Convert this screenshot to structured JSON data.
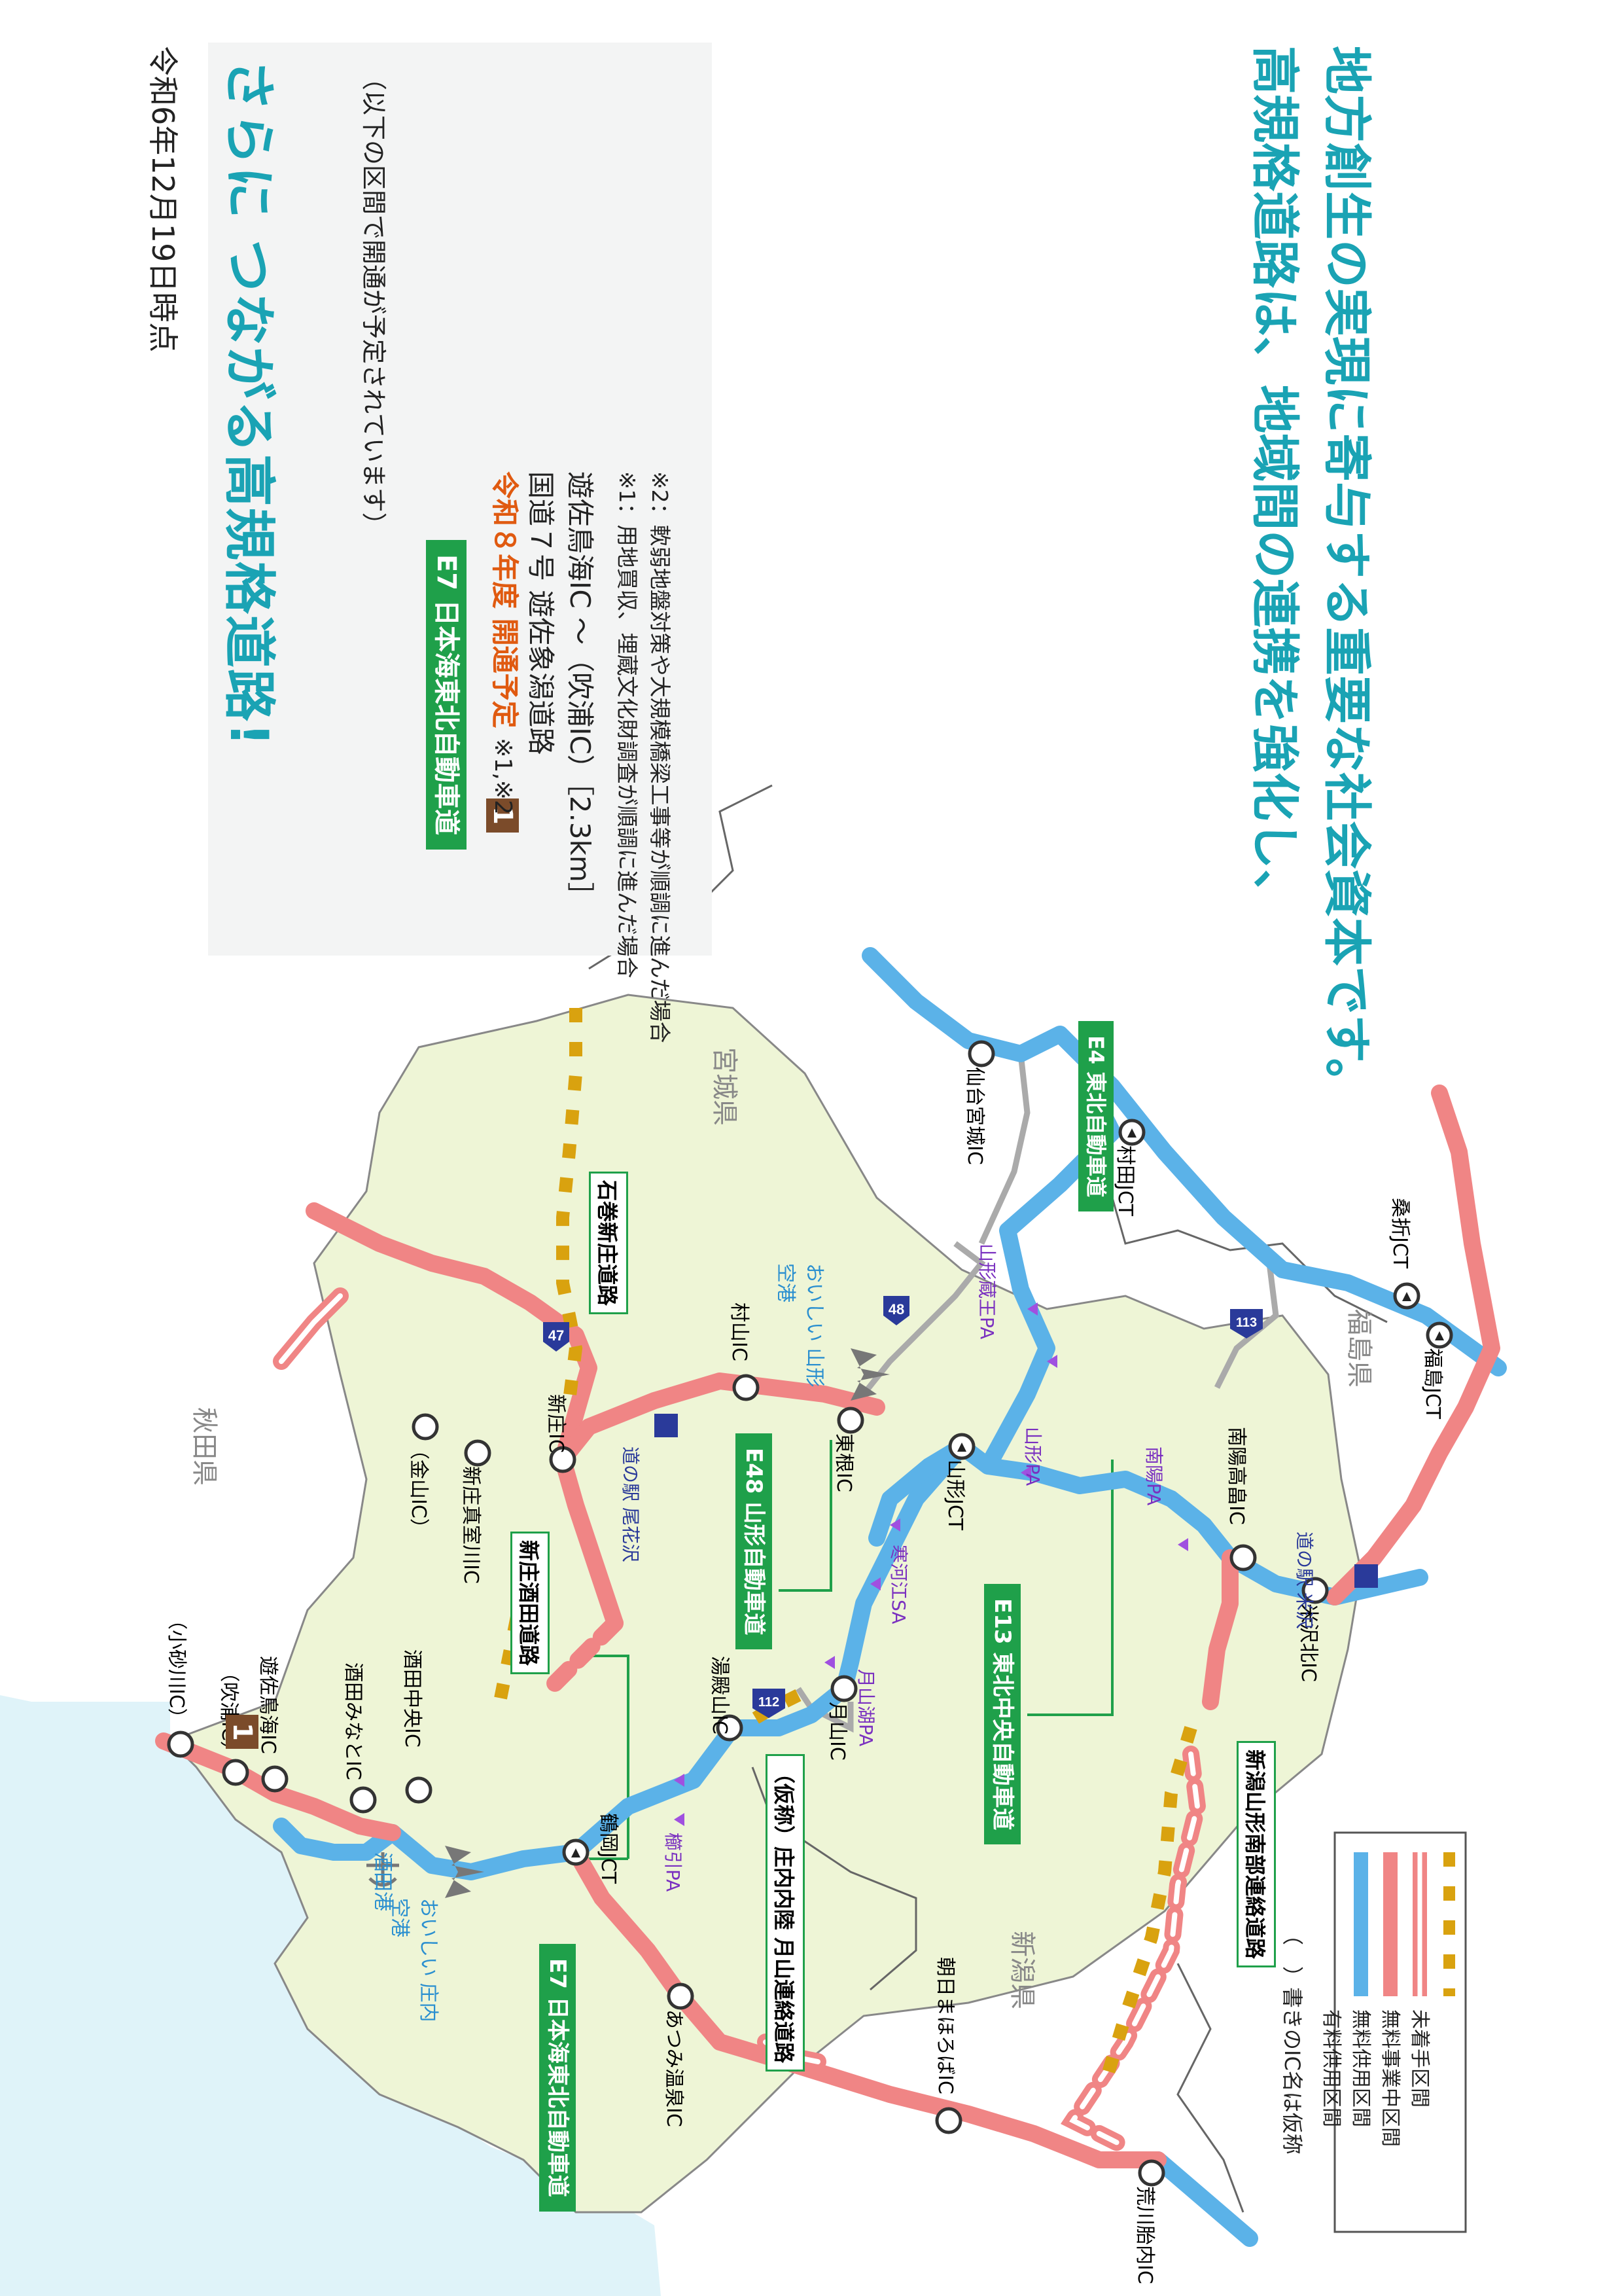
{
  "header": {
    "date": "令和6年12月19日時点",
    "title": "さらに つながる高規格道路!",
    "subtitle": "（以下の区間で開通が予定されています）"
  },
  "project": {
    "route_badge": "E7 日本海東北自動車道",
    "number": "1",
    "schedule_prefix": "令和８年度",
    "schedule_status": "開通予定",
    "schedule_notes": "※1,※2",
    "road_name": "国道７号 遊佐象潟道路",
    "section": "遊佐鳥海IC ～（吹浦IC）［2.3km］",
    "note1": "※1：用地買収、埋蔵文化財調査が順調に進んだ場合",
    "note2": "※2：軟弱地盤対策や大規模橋梁工事等が順調に進んだ場合"
  },
  "slogan": {
    "line1": "高規格道路は、地域間の連携を強化し、",
    "line2": "地方創生の実現に寄与する重要な社会資本です。"
  },
  "prefectures": {
    "akita": "秋田県",
    "miyagi": "宮城県",
    "fukushima": "福島県",
    "niigata": "新潟県"
  },
  "route_labels": {
    "e7_top": "E7 日本海東北自動車道",
    "e7_bottom": "E7 日本海東北自動車道",
    "e48": "E48 山形自動車道",
    "e13": "E13 東北中央自動車道",
    "e4": "E4 東北自動車道",
    "shinjo_sakata": "新庄酒田道路",
    "ishinomaki_shinjo": "石巻新庄道路",
    "shonai_gassan": "（仮称）庄内内陸 月山連絡道路",
    "niigata_yamagata": "新潟山形南部連絡道路"
  },
  "shields": {
    "r47": "47",
    "r48": "48",
    "r112": "112",
    "r113": "113"
  },
  "interchanges": {
    "kosunagawa": "（小砂川IC）",
    "fukura": "（吹浦IC）",
    "yuza_chokai": "遊佐鳥海IC",
    "sakata_minato": "酒田みなとIC",
    "sakata_chuo": "酒田中央IC",
    "tsuruoka_jct": "鶴岡JCT",
    "yudonosan": "湯殿山IC",
    "gassan": "月山IC",
    "atsumi_onsen": "あつみ温泉IC",
    "asahi_mahoroba": "朝日まほろばIC",
    "arakawa_tainai": "荒川胎内IC",
    "shinjo_masamurokawa": "新庄真室川IC",
    "kaneyama": "（金山IC）",
    "shinjo": "新庄IC",
    "murayama": "村山IC",
    "higashine": "東根IC",
    "yamagata_jct": "山形JCT",
    "sendai_miyagi": "仙台宮城IC",
    "murata_jct": "村田JCT",
    "kuwaori_jct": "桑折JCT",
    "fukushima_jct": "福島JCT",
    "nanyo_takahata": "南陽高畠IC",
    "yonezawa_kita": "米沢北IC"
  },
  "pois": {
    "sakata_port": "酒田港",
    "shonai_airport": "おいしい 庄内空港",
    "yamagata_airport": "おいしい 山形空港",
    "michinoeki_obanazawa": "道の駅 尾花沢",
    "michinoeki_yonezawa": "道の駅 米沢",
    "kushibiki_pa": "櫛引PA",
    "gassanko_pa": "月山湖PA",
    "sagaekasa_sa": "寒河江SA",
    "yamagata_zao_pa": "山形蔵王PA",
    "yamagata_pa": "山形PA",
    "nanyo_pa": "南陽PA"
  },
  "legend": {
    "note": "（　）書きのIC名は仮称",
    "toll": "有料供用区間",
    "free": "無料供用区間",
    "under_construction": "無料事業中区間",
    "not_started": "未着手区間"
  },
  "colors": {
    "toll": "#5bb2e8",
    "free": "#f08585",
    "not_started": "#d9a20f",
    "accent": "#1aa3b4",
    "badge_green": "#1fa04a",
    "highlight_orange": "#e05a10",
    "yamagata_fill": "#eef5d6",
    "sea": "#dff3f9"
  }
}
